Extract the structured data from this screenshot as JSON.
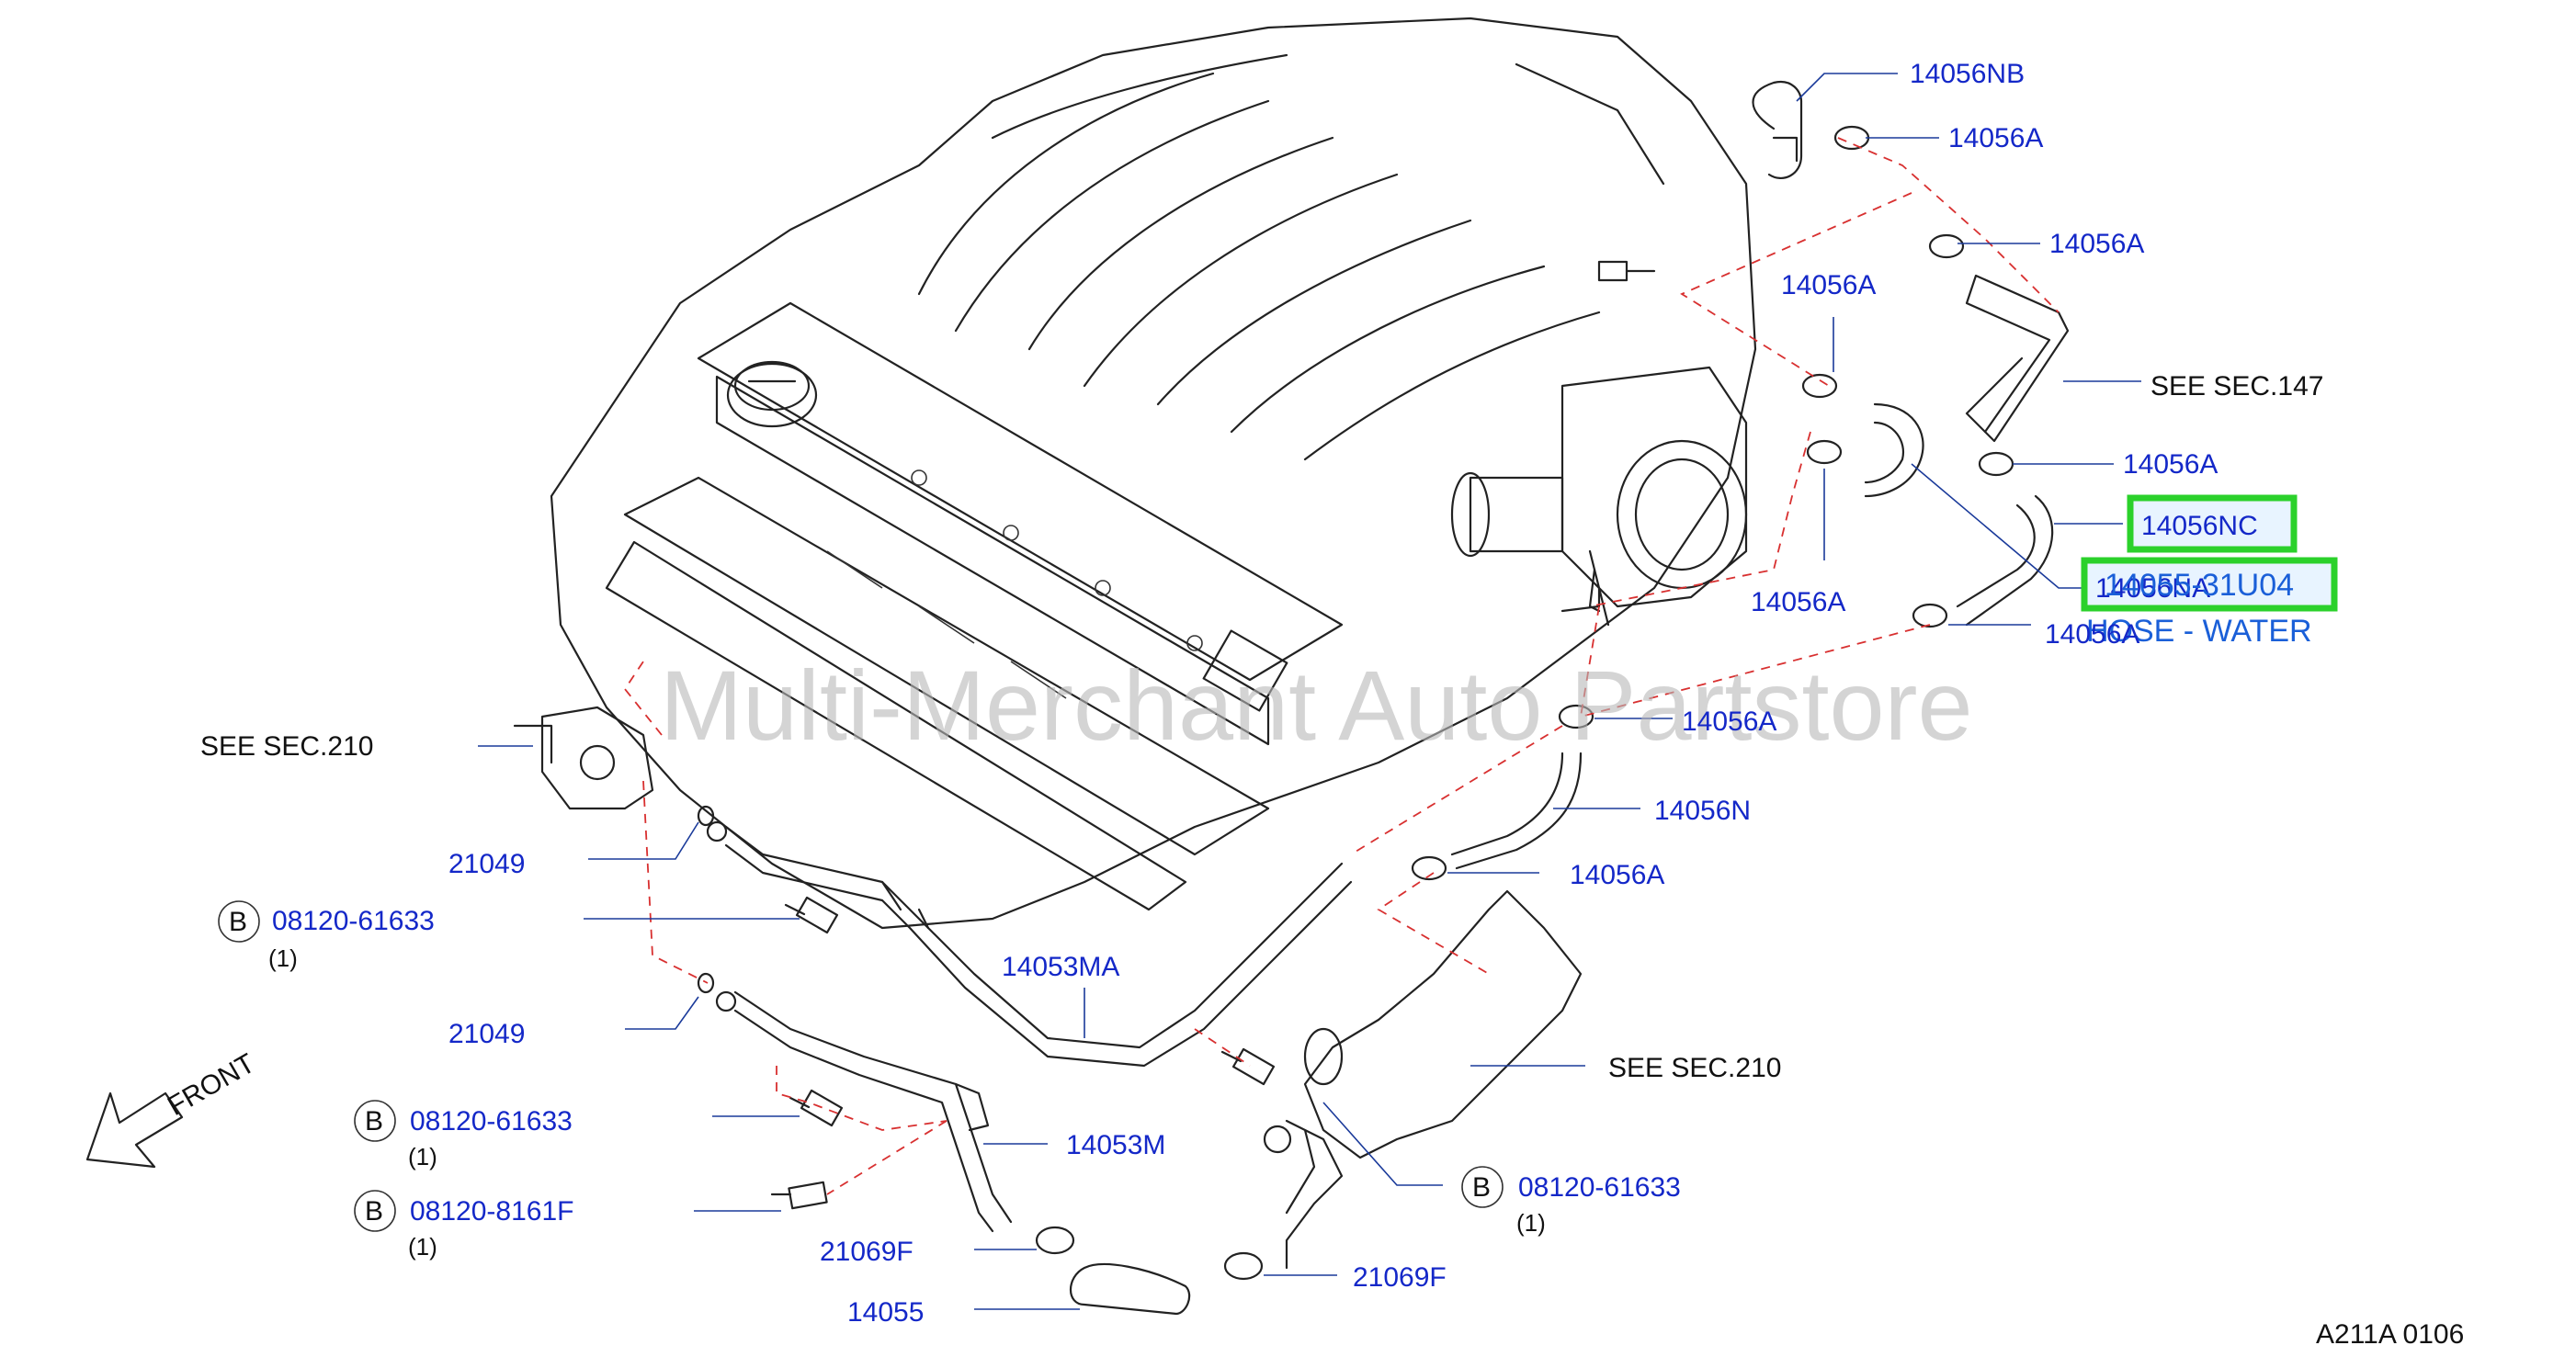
{
  "watermark": "Multi-Merchant Auto Partstore",
  "diagram_code": "A211A  0106",
  "front_label": "FRONT",
  "callouts": {
    "p14056NB": "14056NB",
    "p14056A_1": "14056A",
    "p14056A_2": "14056A",
    "p14056A_3": "14056A",
    "p14056A_4": "14056A",
    "p14056A_5": "14056A",
    "p14056A_6": "14056A",
    "p14056A_7": "14056A",
    "p14056A_8": "14056A",
    "p14056NC": "14056NC",
    "p14056NA": "14056NA",
    "p14056N": "14056N",
    "p14053MA": "14053MA",
    "p14053M": "14053M",
    "p21049_1": "21049",
    "p21049_2": "21049",
    "p21069F_1": "21069F",
    "p21069F_2": "21069F",
    "p14055": "14055",
    "bolt1": "08120-61633",
    "bolt2": "08120-61633",
    "bolt3": "08120-8161F",
    "bolt4": "08120-61633",
    "qty1": "(1)",
    "qty2": "(1)",
    "qty3": "(1)",
    "qty4": "(1)",
    "b_marker": "B"
  },
  "references": {
    "sec147": "SEE   SEC.147",
    "sec210_a": "SEE   SEC.210",
    "sec210_b": "SEE   SEC.210"
  },
  "highlight": {
    "part_number": "14055-31U04",
    "description": "HOSE - WATER",
    "box_color": "#2bd12b",
    "text_color": "#1a5fd8"
  },
  "colors": {
    "callout": "#1428c8",
    "dashed_guide": "#d83030",
    "linework": "#222222"
  }
}
